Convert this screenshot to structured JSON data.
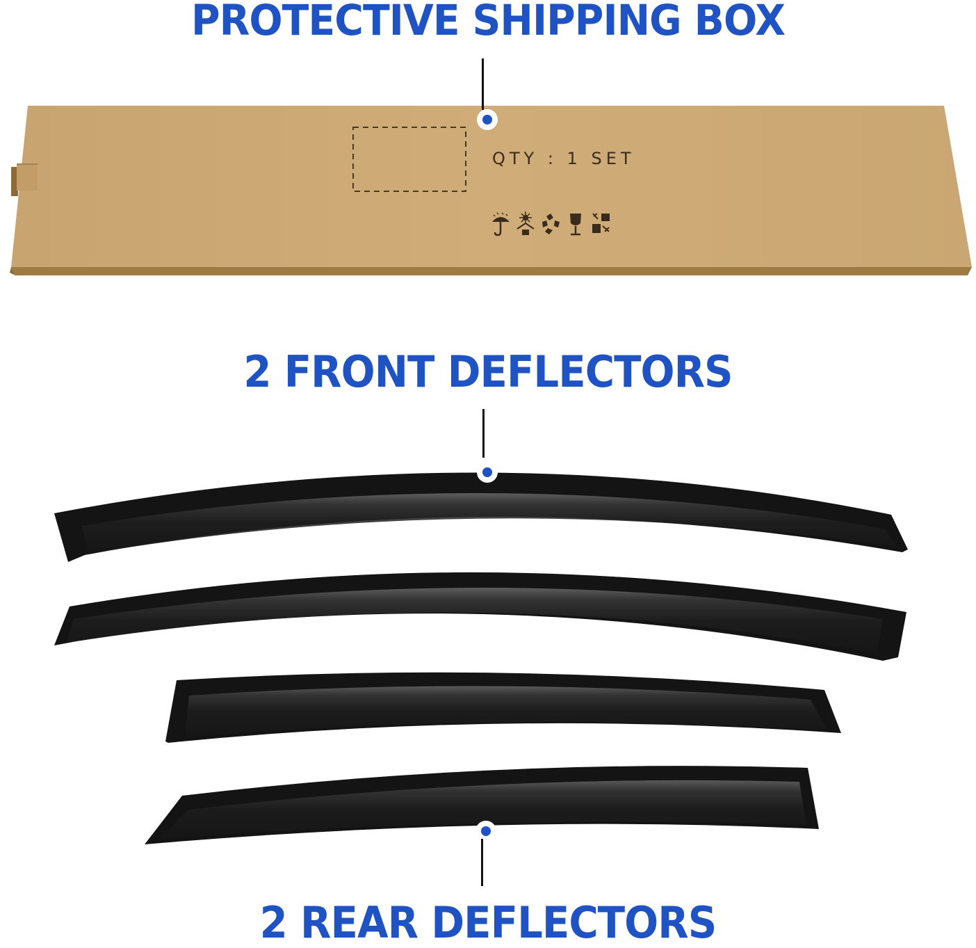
{
  "callouts": {
    "box": {
      "label": "PROTECTIVE SHIPPING BOX"
    },
    "front": {
      "label": "2 FRONT DEFLECTORS"
    },
    "rear": {
      "label": "2 REAR DEFLECTORS"
    }
  },
  "box": {
    "qty_text": "QTY : 1 SET",
    "handling_icons": [
      "keep-dry-umbrella-icon",
      "keep-away-from-sunlight-icon",
      "recyclable-icon",
      "fragile-glass-icon",
      "no-throwing-icon"
    ]
  },
  "colors": {
    "accent_blue": "#1f52c2",
    "cardboard": "#c9a572",
    "cardboard_edge": "#9e7a45",
    "deflector": "#141414"
  }
}
